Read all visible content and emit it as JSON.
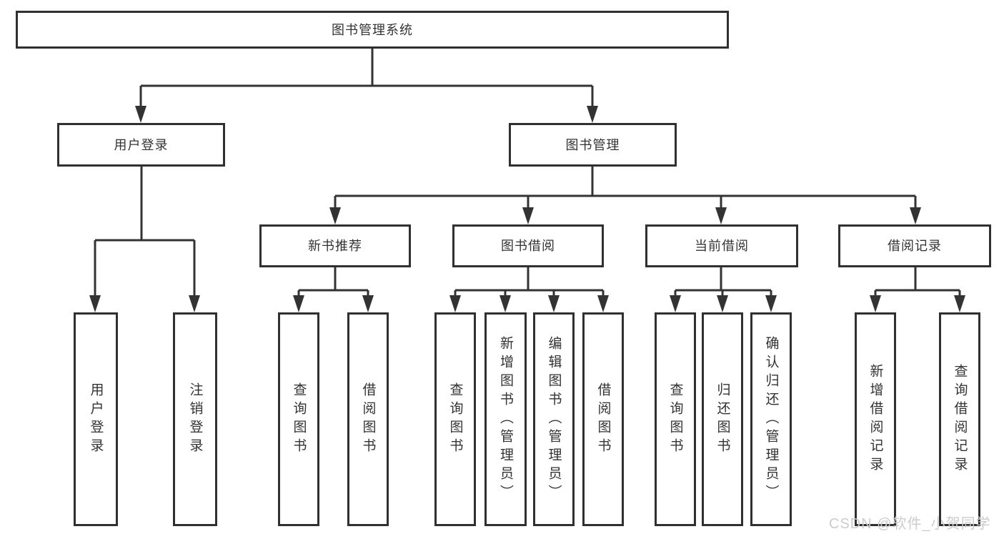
{
  "diagram": {
    "root": {
      "label": "图书管理系统"
    },
    "level2": [
      {
        "label": "用户登录"
      },
      {
        "label": "图书管理"
      }
    ],
    "level3": [
      {
        "label": "新书推荐"
      },
      {
        "label": "图书借阅"
      },
      {
        "label": "当前借阅"
      },
      {
        "label": "借阅记录"
      }
    ],
    "leaves": [
      {
        "label": "用户登录"
      },
      {
        "label": "注销登录"
      },
      {
        "label": "查询图书"
      },
      {
        "label": "借阅图书"
      },
      {
        "label": "查询图书"
      },
      {
        "label": "新增图书（管理员）"
      },
      {
        "label": "编辑图书（管理员）"
      },
      {
        "label": "借阅图书"
      },
      {
        "label": "查询图书"
      },
      {
        "label": "归还图书"
      },
      {
        "label": "确认归还（管理员）"
      },
      {
        "label": "新增借阅记录"
      },
      {
        "label": "查询借阅记录"
      }
    ],
    "colors": {
      "line": "#333333",
      "border": "#303030",
      "text": "#333333",
      "background": "#ffffff",
      "watermark": "#cccccc"
    }
  },
  "watermark": {
    "text": "CSDN @软件_小贺同学"
  }
}
